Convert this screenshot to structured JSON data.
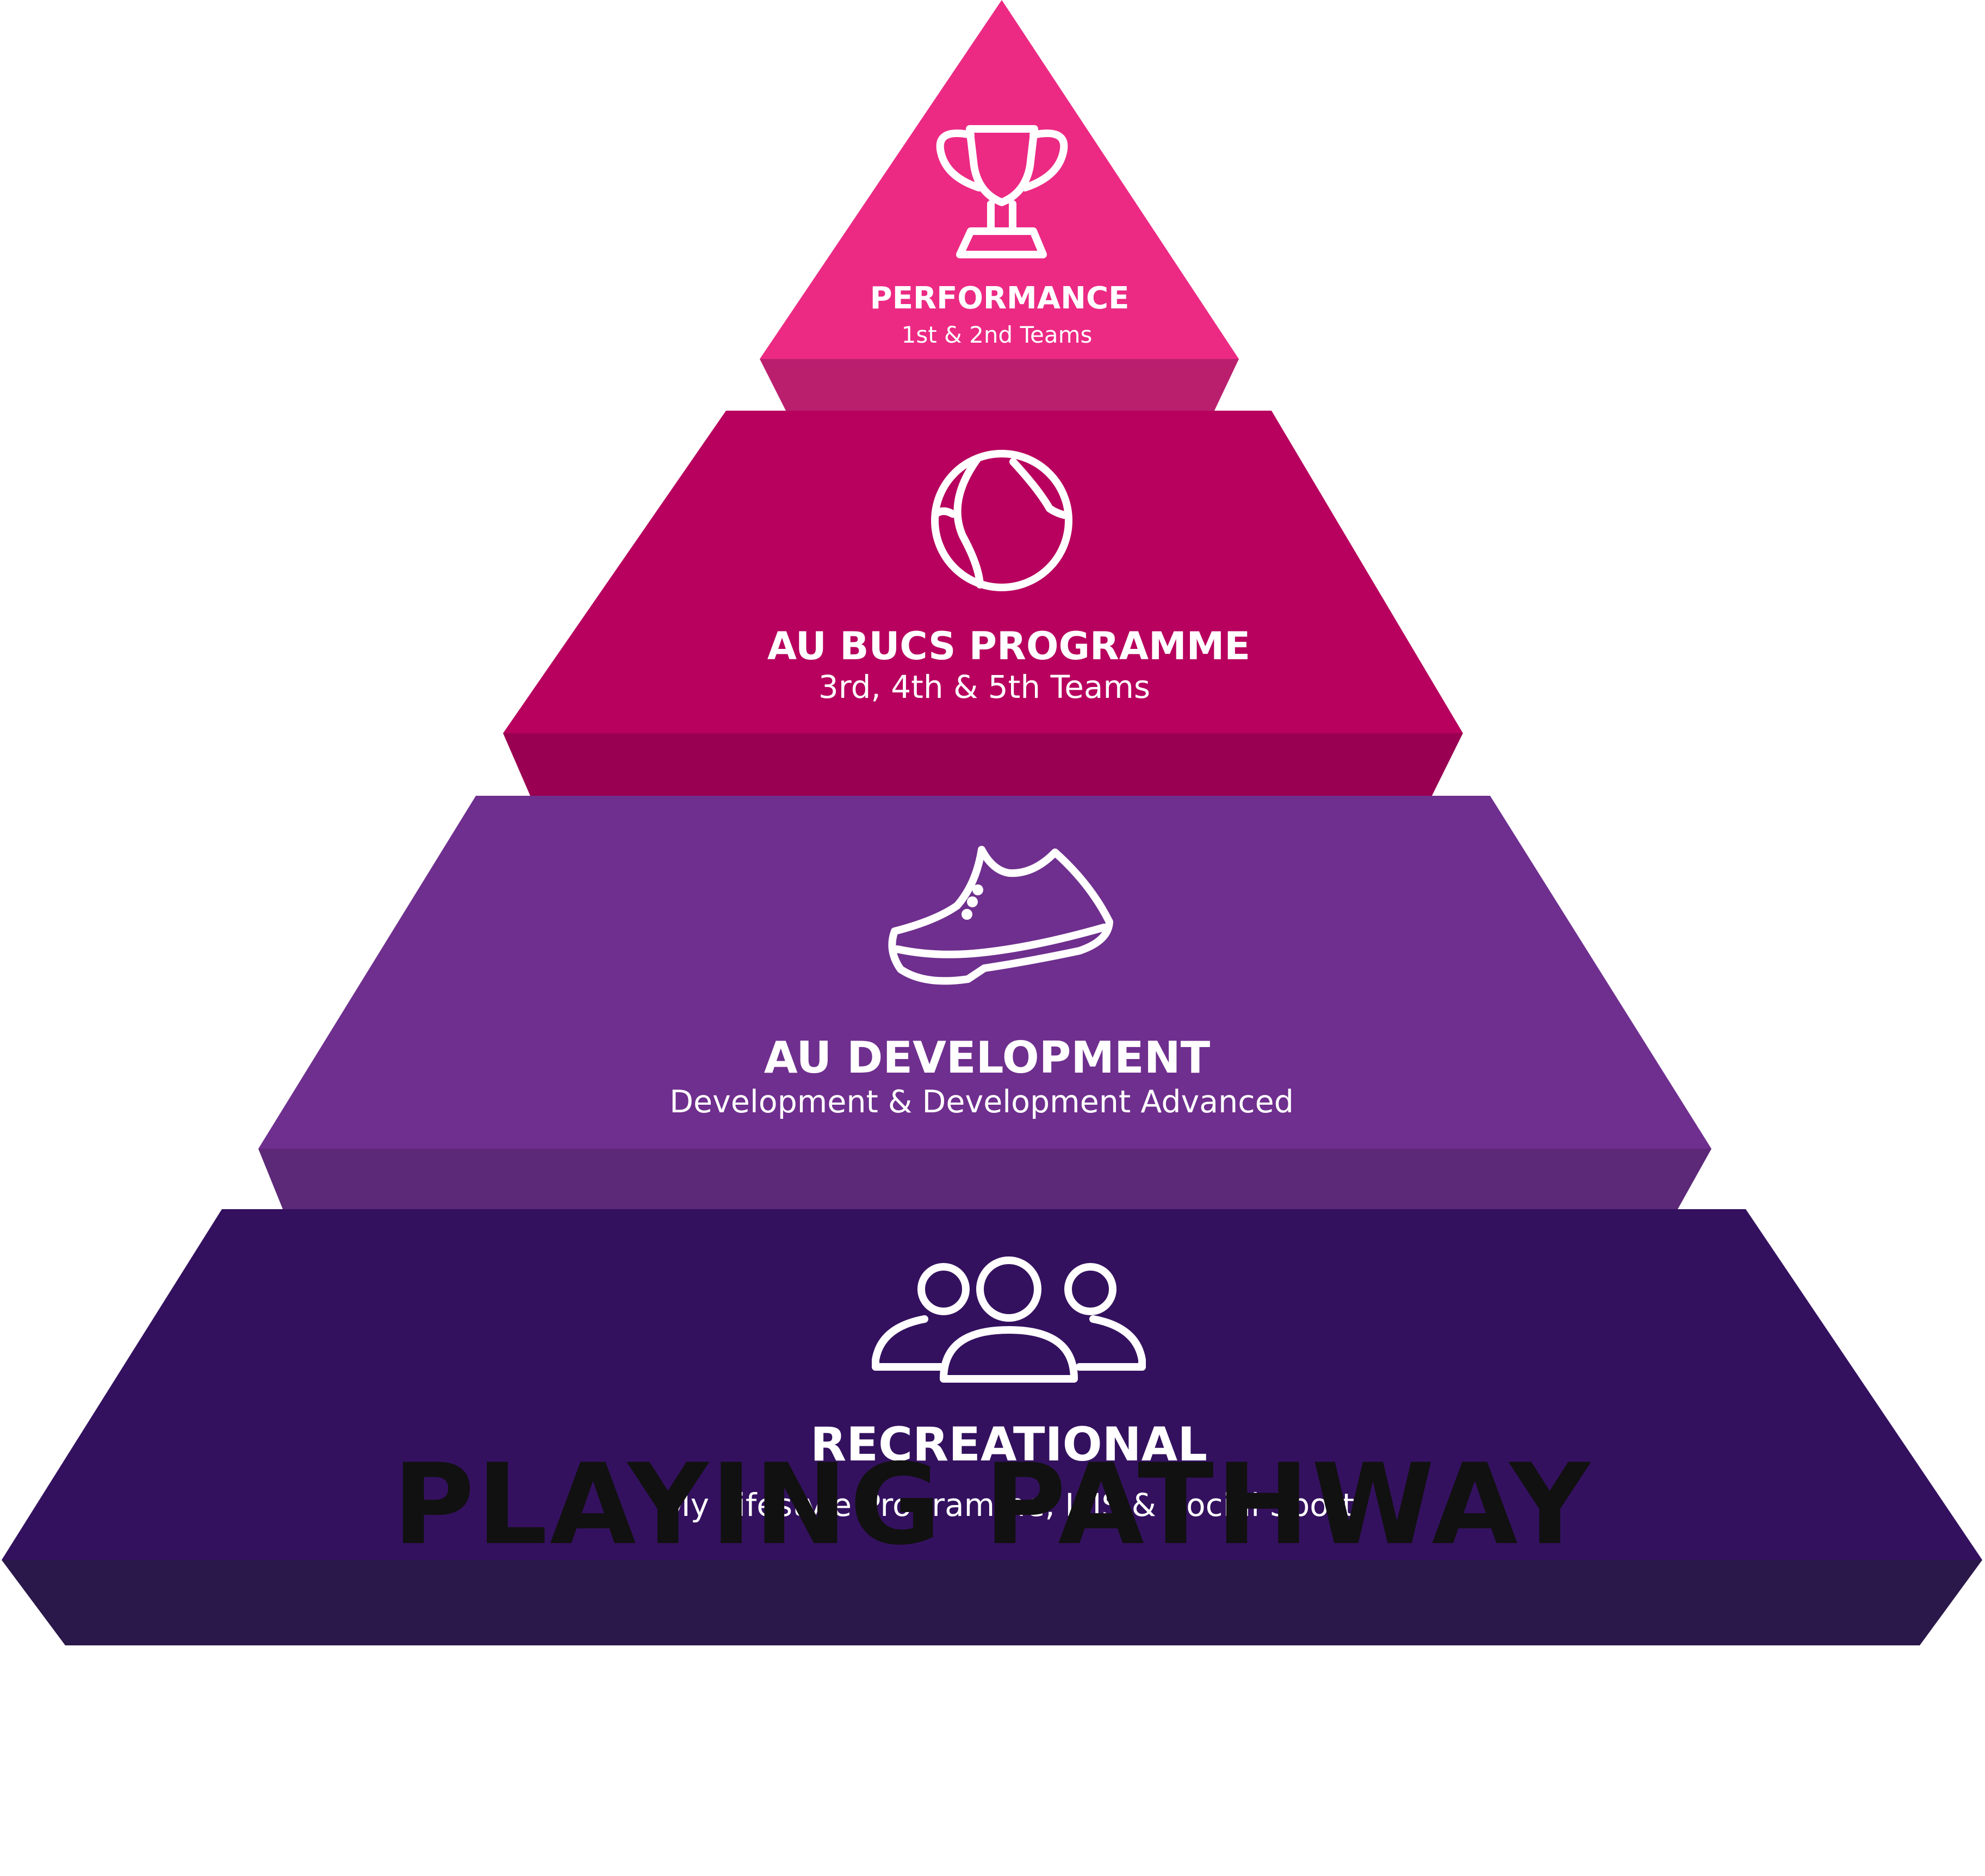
{
  "title": "PLAYING PATHWAY",
  "tiers": [
    {
      "title": "PERFORMANCE",
      "subtitle": "1st & 2nd Teams",
      "icon": "trophy-icon",
      "front_color": "#EC2A84",
      "side_color": "#BA1F6E"
    },
    {
      "title": "AU BUCS PROGRAMME",
      "subtitle": "3rd, 4th & 5th Teams",
      "icon": "ball-icon",
      "front_color": "#B8005E",
      "side_color": "#9A0052"
    },
    {
      "title": "AU DEVELOPMENT",
      "subtitle": "Development & Development Advanced",
      "icon": "shoe-icon",
      "front_color": "#6F2F8E",
      "side_color": "#5C2878"
    },
    {
      "title": "RECREATIONAL",
      "subtitle": "My Lifestyle Programme, IMS & Social Sport",
      "icon": "people-group-icon",
      "front_color": "#34115F",
      "side_color": "#2A184A"
    }
  ]
}
